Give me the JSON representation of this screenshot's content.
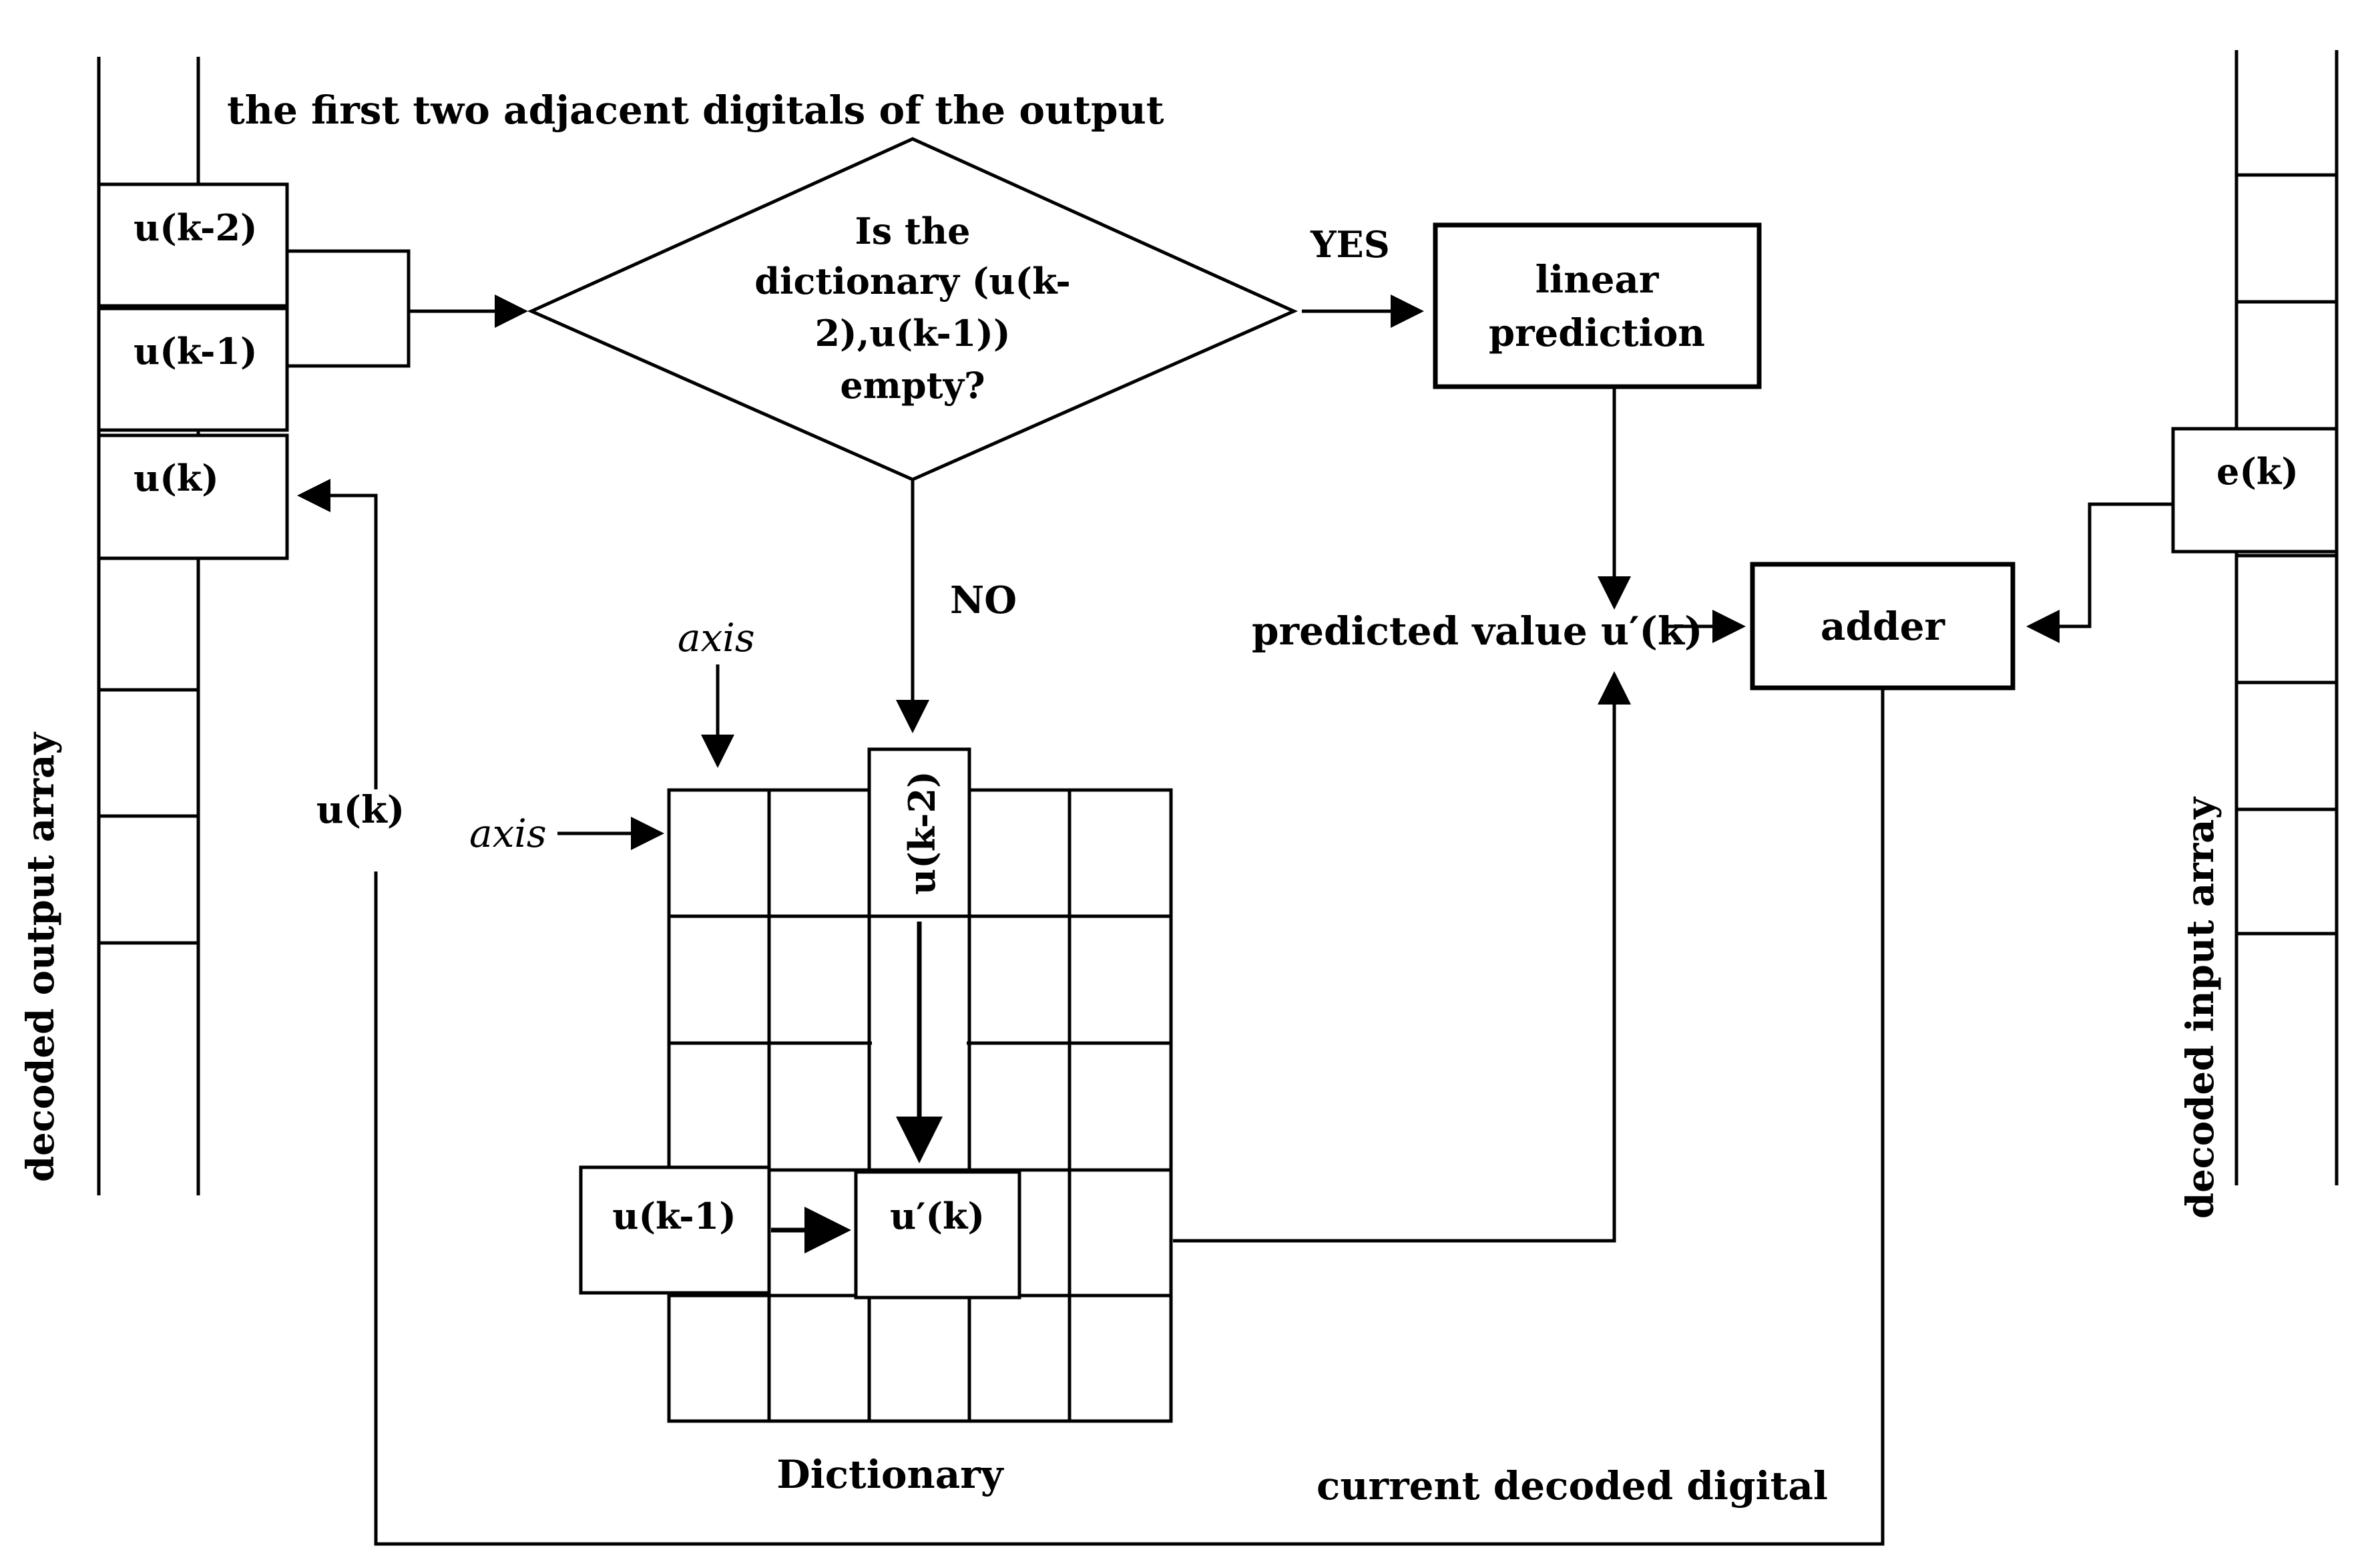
{
  "diagram": {
    "header": "the first two adjacent digitals of the output",
    "output_array": {
      "label": "decoded output array",
      "cells": [
        "u(k-2)",
        "u(k-1)",
        "u(k)"
      ]
    },
    "decision": {
      "line1": "Is the",
      "line2": "dictionary (u(k-",
      "line3": "2),u(k-1))",
      "line4": "empty?"
    },
    "yes_label": "YES",
    "no_label": "NO",
    "linear_prediction": {
      "line1": "linear",
      "line2": "prediction"
    },
    "predicted_value": "predicted value u′(k)",
    "adder": "adder",
    "input_array": {
      "label": "decoded input array",
      "cell": "e(k)"
    },
    "feedback_label": "u(k)",
    "axis_top": "axis",
    "axis_left": "axis",
    "dictionary": {
      "col_key": "u(k-2)",
      "row_key": "u(k-1)",
      "result": "u′(k)",
      "caption": "Dictionary"
    },
    "current_label": "current decoded digital"
  }
}
